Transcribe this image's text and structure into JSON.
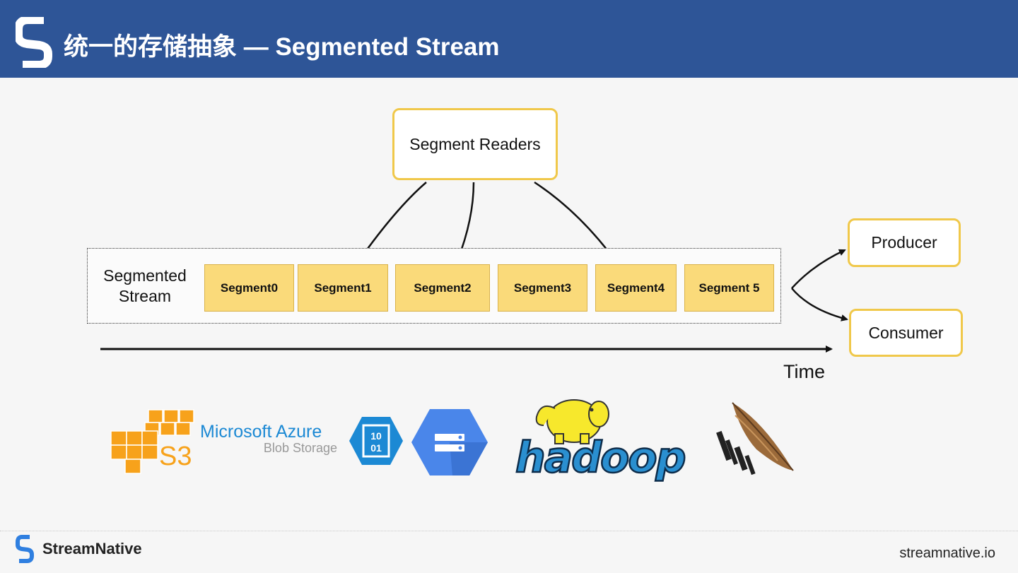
{
  "header": {
    "title": "统一的存储抽象 — Segmented Stream",
    "background": "#2e5597"
  },
  "diagram": {
    "readers_label": "Segment Readers",
    "stream_label_line1": "Segmented",
    "stream_label_line2": "Stream",
    "segments": [
      "Segment0",
      "Segment1",
      "Segment2",
      "Segment3",
      "Segment4",
      "Segment 5"
    ],
    "producer_label": "Producer",
    "consumer_label": "Consumer",
    "time_label": "Time",
    "segment_color": "#fada7a",
    "box_border_color": "#f0c84a"
  },
  "logos": {
    "s3_text": "S3",
    "azure_title": "Microsoft Azure",
    "azure_subtitle": "Blob Storage",
    "azure_icon_line1": "10",
    "azure_icon_line2": "01",
    "hadoop_text": "hadoop",
    "s3_color": "#f7a21b",
    "azure_color": "#1c89d4",
    "gcs_color": "#4a86ea",
    "hadoop_color": "#2a8fd0"
  },
  "footer": {
    "brand": "StreamNative",
    "url": "streamnative.io"
  }
}
